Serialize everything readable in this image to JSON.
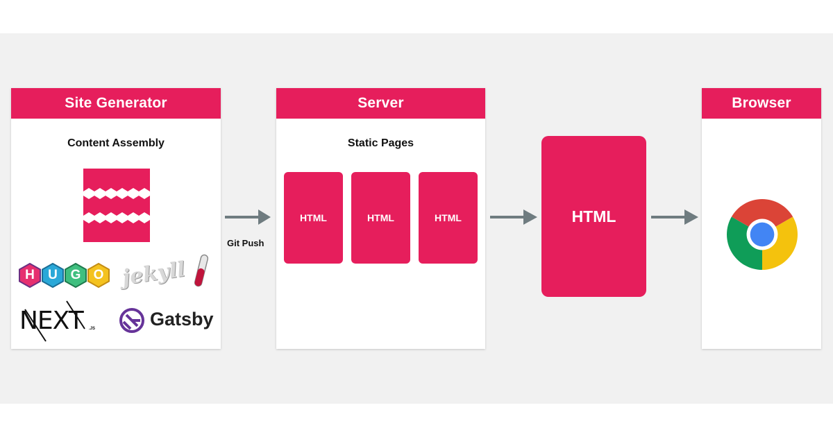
{
  "panels": {
    "site_generator": {
      "title": "Site Generator",
      "subtitle": "Content Assembly"
    },
    "server": {
      "title": "Server",
      "subtitle": "Static Pages",
      "pages": [
        "HTML",
        "HTML",
        "HTML"
      ]
    },
    "browser": {
      "title": "Browser"
    }
  },
  "connector": {
    "label": "Git Push"
  },
  "output": {
    "label": "HTML"
  },
  "logos": {
    "hugo": [
      "H",
      "U",
      "G",
      "O"
    ],
    "jekyll": "jekyll",
    "next": "NEXT",
    "next_suffix": ".JS",
    "gatsby": "Gatsby"
  },
  "colors": {
    "accent": "#e61e5c",
    "arrow": "#6f7c80",
    "background": "#f1f1f1"
  },
  "icons": {
    "browser": "chrome-icon",
    "content": "content-assembly-icon"
  }
}
